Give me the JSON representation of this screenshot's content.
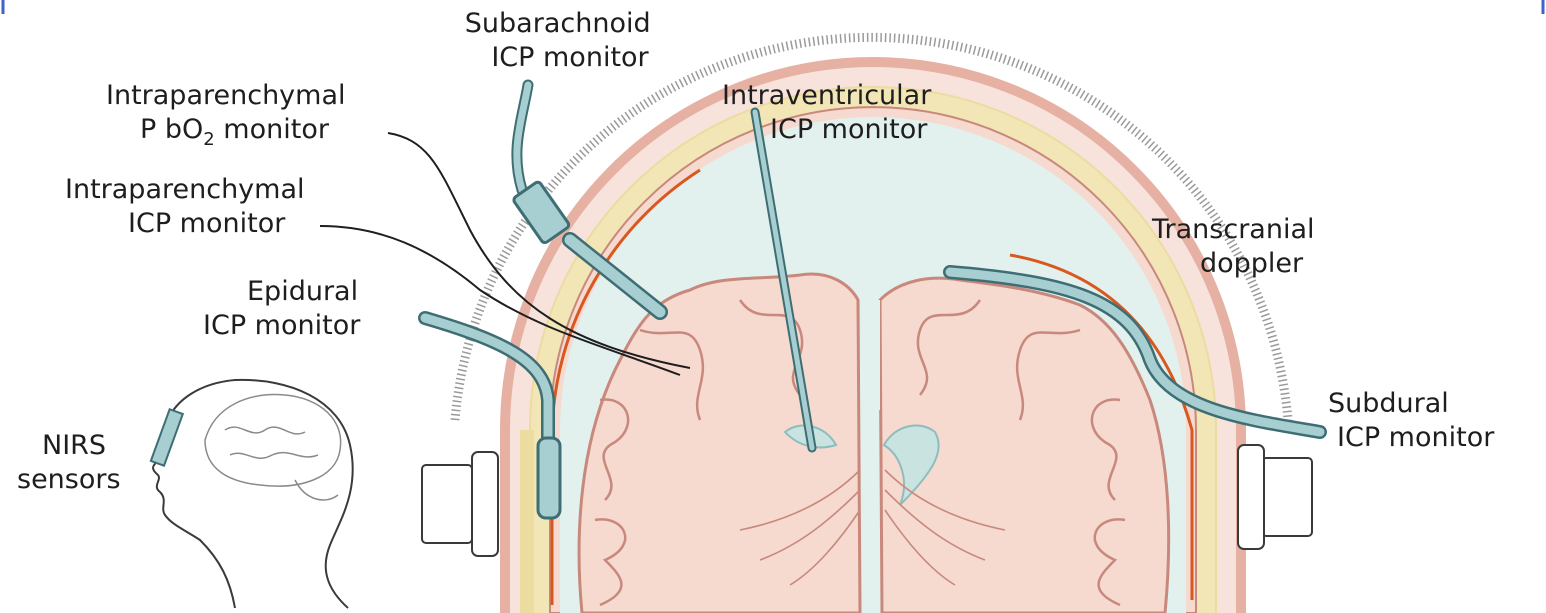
{
  "labels": {
    "subarachnoid": [
      "Subarachnoid",
      "ICP monitor"
    ],
    "intraventricular": [
      "Intraventricular",
      "ICP monitor"
    ],
    "pbo2": {
      "line1": "Intraparenchymal",
      "line2_pre": "P bO",
      "line2_sub": "2",
      "line2_post": " monitor"
    },
    "intraparenchymal_icp": [
      "Intraparenchymal",
      "ICP monitor"
    ],
    "epidural": [
      "Epidural",
      "ICP monitor"
    ],
    "transcranial": [
      "Transcranial",
      "doppler"
    ],
    "subdural": [
      "Subdural",
      "ICP monitor"
    ],
    "nirs": [
      "NIRS",
      "sensors"
    ]
  },
  "colors": {
    "brain": "#f6d9cf",
    "brain_outline": "#c9887c",
    "csf": "#e2f1ee",
    "skull": "#ecdca0",
    "scalp": "#e6b0a3",
    "probe": "#a7cfd2",
    "probe_outline": "#3e6e74",
    "vessel": "#d8581f",
    "frame": "#3f63c9"
  },
  "icons": [
    "brain-cross-section",
    "head-profile-icon",
    "doppler-transducer-icon"
  ]
}
